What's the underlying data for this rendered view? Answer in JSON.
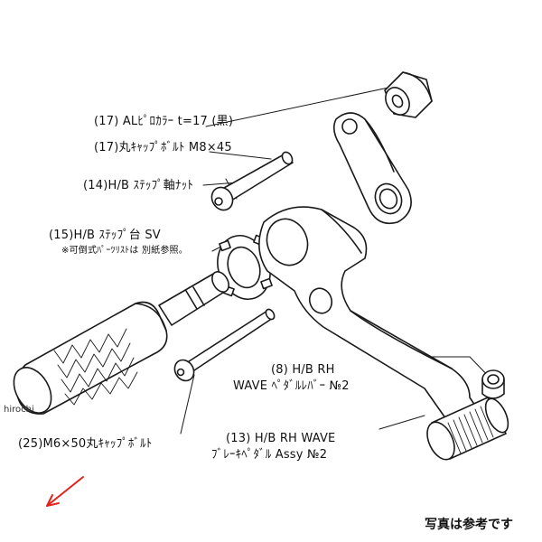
{
  "labels": {
    "p17a": "(17) ALﾋﾟﾛｶﾗｰ t=17 (黒)",
    "p17b": "(17)丸ｷｬｯﾌﾟﾎﾞﾙﾄ M8×45",
    "p14": "(14)H/B ｽﾃｯﾌﾟ軸ﾅｯﾄ",
    "p15_line1": "(15)H/B ｽﾃｯﾌﾟ台 SV",
    "p15_line2": "※可倒式ﾊﾟｰﾂﾘｽﾄは 別紙参照。",
    "p8_line1": "(8) H/B RH",
    "p8_line2": "WAVE ﾍﾟﾀﾞﾙﾚﾊﾞｰ №2",
    "p13_line1": "(13) H/B RH WAVE",
    "p13_line2": "ﾌﾞﾚｰｷﾍﾟﾀﾞﾙ Assy №2",
    "p25": "(25)M6×50丸ｷｬｯﾌﾟﾎﾞﾙﾄ"
  },
  "watermark": "hirochi",
  "footer_note": "写真は参考です",
  "colors": {
    "line": "#1a1a1a",
    "arrow": "#e0231c",
    "bg": "#ffffff"
  }
}
